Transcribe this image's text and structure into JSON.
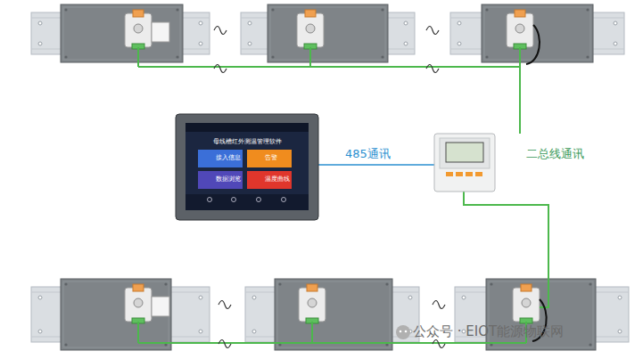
{
  "diagram": {
    "nodes": [
      {
        "text": [
          "母线槽红外测温管理软件",
          "接入信息",
          "告警",
          "数据浏览",
          "温度曲线"
        ]
      }
    ],
    "labels": [
      "485通讯",
      "二总线通讯",
      "公众号 · EIOT能源物联网"
    ]
  }
}
